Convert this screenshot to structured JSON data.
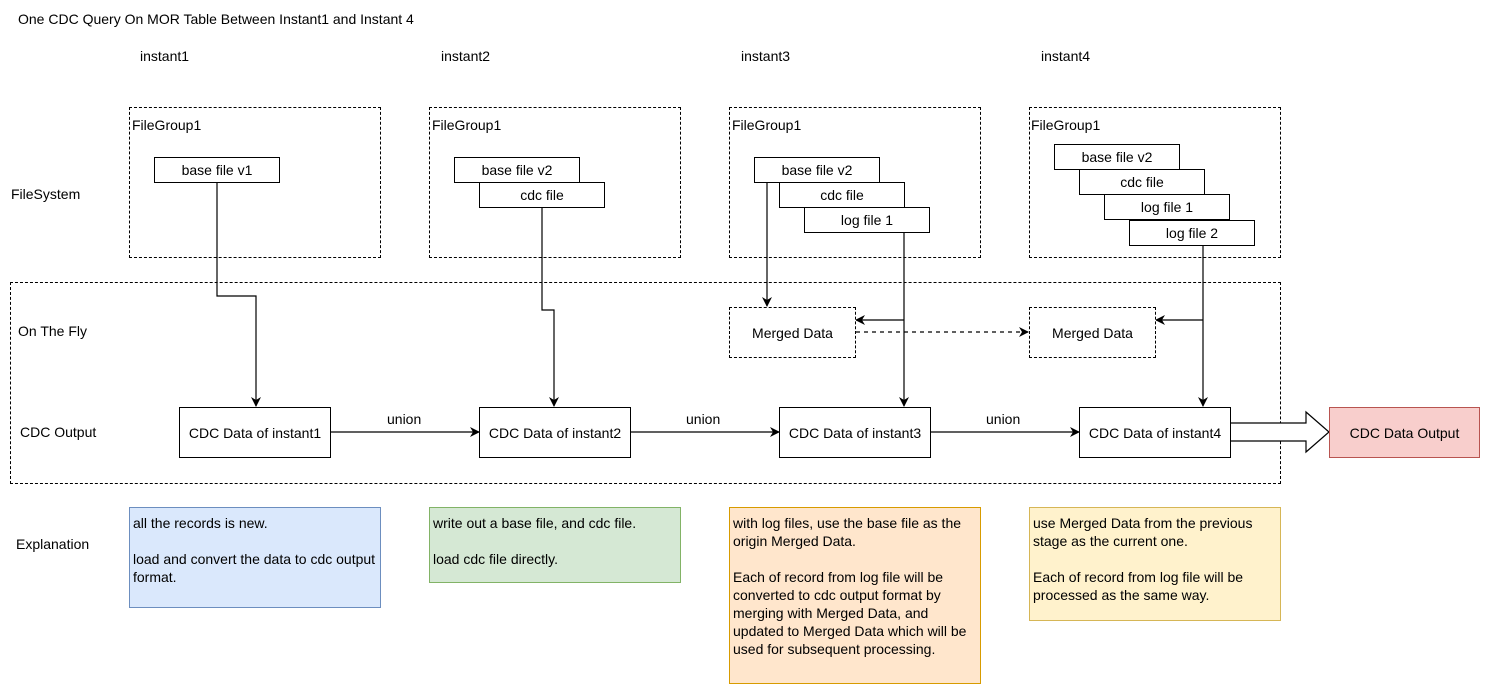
{
  "title": "One CDC Query On MOR Table Between Instant1 and Instant 4",
  "instants": [
    "instant1",
    "instant2",
    "instant3",
    "instant4"
  ],
  "rows": {
    "filesystem": "FileSystem",
    "onthefly": "On The Fly",
    "cdc_output": "CDC Output",
    "explanation": "Explanation"
  },
  "filegroup_label": "FileGroup1",
  "files": {
    "g1": [
      "base file v1"
    ],
    "g2": [
      "base file v2",
      "cdc file"
    ],
    "g3": [
      "base file v2",
      "cdc file",
      "log file 1"
    ],
    "g4": [
      "base file v2",
      "cdc file",
      "log file 1",
      "log file 2"
    ]
  },
  "merged_data": "Merged Data",
  "cdc_data": [
    "CDC Data of instant1",
    "CDC Data of instant2",
    "CDC Data of instant3",
    "CDC Data of instant4"
  ],
  "union_label": "union",
  "cdc_output_box": "CDC Data Output",
  "explanations": [
    {
      "color": "#dae8fc",
      "border": "#6c8ebf",
      "text": "all the records is new.\n\nload and convert the data to cdc output format."
    },
    {
      "color": "#d5e8d4",
      "border": "#82b366",
      "text": "write out a base file, and cdc file.\n\nload cdc file directly."
    },
    {
      "color": "#ffe6cc",
      "border": "#d79b00",
      "text": "with log files, use the base file as the origin Merged Data.\n\nEach of record from log file will be converted to cdc output format by merging with Merged Data, and updated to Merged Data which will be used for subsequent processing."
    },
    {
      "color": "#fff2cc",
      "border": "#d6b656",
      "text": "use Merged Data from the previous stage as the current one.\n\nEach of record from log file will be processed as the same way."
    }
  ],
  "output_box_color": "#f8cecc",
  "output_box_border": "#b85450"
}
